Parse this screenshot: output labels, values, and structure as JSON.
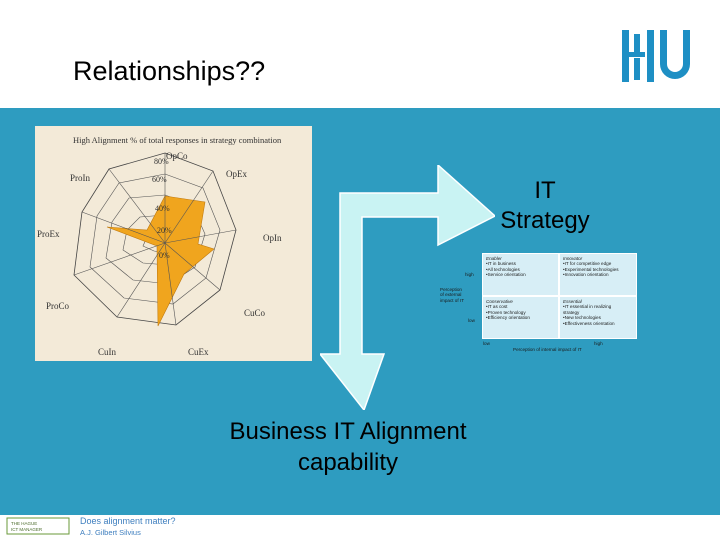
{
  "slide": {
    "title": "Relationships??",
    "it_strategy_line1": "IT",
    "it_strategy_line2": "Strategy",
    "bia_line1": "Business IT Alignment",
    "bia_line2": "capability"
  },
  "colors": {
    "main_bg": "#2e9cc0",
    "radar_fill": "#f0a51e",
    "arrow_fill": "#c9f3f3",
    "logo_blue": "#1e8fc4"
  },
  "radar": {
    "title": "High Alignment % of total responses in strategy combination",
    "ring_labels": [
      "80%",
      "60%",
      "40%",
      "20%",
      "0%"
    ],
    "axes": [
      "OpCo",
      "OpEx",
      "OpIn",
      "CuCo",
      "CuEx",
      "CuIn",
      "ProCo",
      "ProEx",
      "ProIn"
    ]
  },
  "matrix": {
    "quadrants": [
      {
        "title": "Enabler",
        "lines": [
          "•IT in business",
          "•All technologies",
          "•Service orientation"
        ]
      },
      {
        "title": "Innovator",
        "lines": [
          "•IT for competitive edge",
          "•Experimental technologies",
          "•Innovation orientation"
        ]
      },
      {
        "title": "Conservative",
        "lines": [
          "•IT as cost",
          "•Proven technology",
          "•Efficiency orientation"
        ]
      },
      {
        "title": "Essential",
        "lines": [
          "•IT essential in realizing",
          "strategy",
          "•New technologies",
          "•Effectiveness orientation"
        ]
      }
    ],
    "y_high": "high",
    "y_low": "low",
    "y_label": [
      "Perception",
      "of external",
      "impact of IT"
    ],
    "x_low": "low",
    "x_high": "high",
    "x_label": "Perception of internal impact of IT"
  },
  "footer": {
    "line1": "Does alignment matter?",
    "line2": "A.J. Gilbert Silvius",
    "logo_text1": "THE HAGUE",
    "logo_text2": "ICT MANAGER"
  }
}
